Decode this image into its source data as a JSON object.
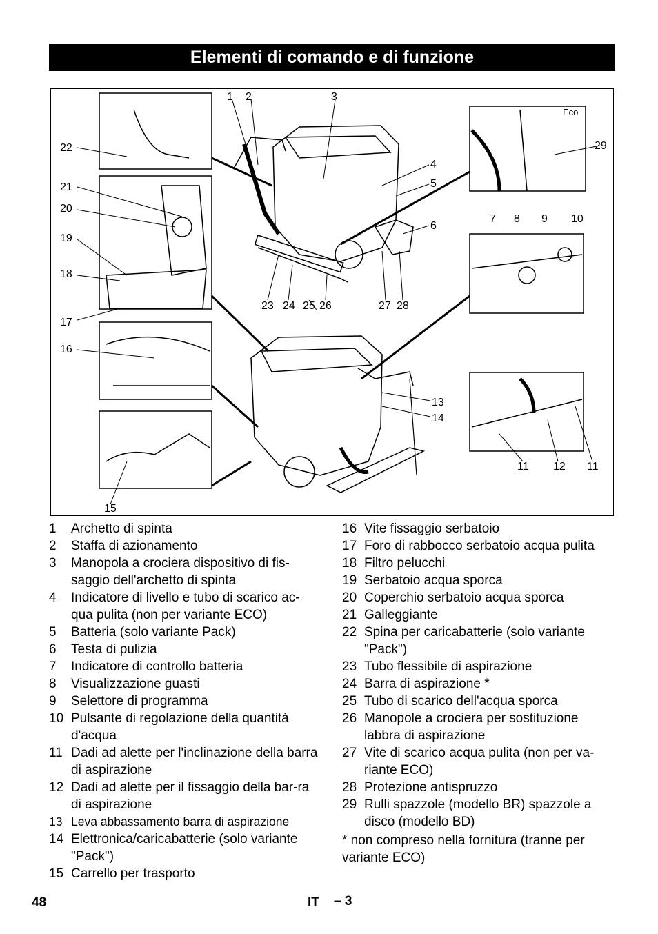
{
  "title": "Elementi di comando e di funzione",
  "figure": {
    "eco_label": "Eco",
    "callouts": [
      "1",
      "2",
      "3",
      "4",
      "5",
      "6",
      "7",
      "8",
      "9",
      "10",
      "11",
      "12",
      "11",
      "13",
      "14",
      "15",
      "16",
      "17",
      "18",
      "19",
      "20",
      "21",
      "22",
      "23",
      "24",
      "25",
      "26",
      "27",
      "28",
      "29"
    ]
  },
  "legend_left": [
    {
      "num": "1",
      "text": "Archetto di spinta"
    },
    {
      "num": "2",
      "text": "Staffa di azionamento"
    },
    {
      "num": "3",
      "text": "Manopola a crociera dispositivo di fis-saggio dell'archetto di spinta"
    },
    {
      "num": "4",
      "text": "Indicatore di livello e tubo di scarico ac-qua pulita (non per variante ECO)"
    },
    {
      "num": "5",
      "text": "Batteria (solo variante Pack)"
    },
    {
      "num": "6",
      "text": "Testa di pulizia"
    },
    {
      "num": "7",
      "text": "Indicatore di controllo batteria"
    },
    {
      "num": "8",
      "text": "Visualizzazione guasti"
    },
    {
      "num": "9",
      "text": "Selettore di programma"
    },
    {
      "num": "10",
      "text": "Pulsante di regolazione della quantità d'acqua"
    },
    {
      "num": "11",
      "text": "Dadi ad alette per l'inclinazione della barra di aspirazione"
    },
    {
      "num": "12",
      "text": "Dadi ad alette per il fissaggio della bar-ra di aspirazione"
    },
    {
      "num": "13",
      "text": "Leva abbassamento barra di aspirazione"
    },
    {
      "num": "14",
      "text": "Elettronica/caricabatterie (solo variante \"Pack\")"
    },
    {
      "num": "15",
      "text": "Carrello per trasporto"
    }
  ],
  "legend_right": [
    {
      "num": "16",
      "text": "Vite fissaggio serbatoio"
    },
    {
      "num": "17",
      "text": "Foro di rabbocco serbatoio acqua pulita"
    },
    {
      "num": "18",
      "text": "Filtro pelucchi"
    },
    {
      "num": "19",
      "text": "Serbatoio acqua sporca"
    },
    {
      "num": "20",
      "text": "Coperchio serbatoio acqua sporca"
    },
    {
      "num": "21",
      "text": "Galleggiante"
    },
    {
      "num": "22",
      "text": "Spina per caricabatterie (solo variante \"Pack\")"
    },
    {
      "num": "23",
      "text": "Tubo flessibile di aspirazione"
    },
    {
      "num": "24",
      "text": "Barra di aspirazione *"
    },
    {
      "num": "25",
      "text": "Tubo di scarico dell'acqua sporca"
    },
    {
      "num": "26",
      "text": "Manopole a crociera per sostituzione labbra di aspirazione"
    },
    {
      "num": "27",
      "text": "Vite di scarico acqua pulita (non per va-riante ECO)"
    },
    {
      "num": "28",
      "text": "Protezione antispruzzo"
    },
    {
      "num": "29",
      "text": "Rulli spazzole (modello BR) spazzole a disco (modello BD)"
    }
  ],
  "footnote": "* non compreso nella fornitura (tranne per variante ECO)",
  "footer": {
    "page_number": "48",
    "language": "IT",
    "section": "– 3"
  }
}
